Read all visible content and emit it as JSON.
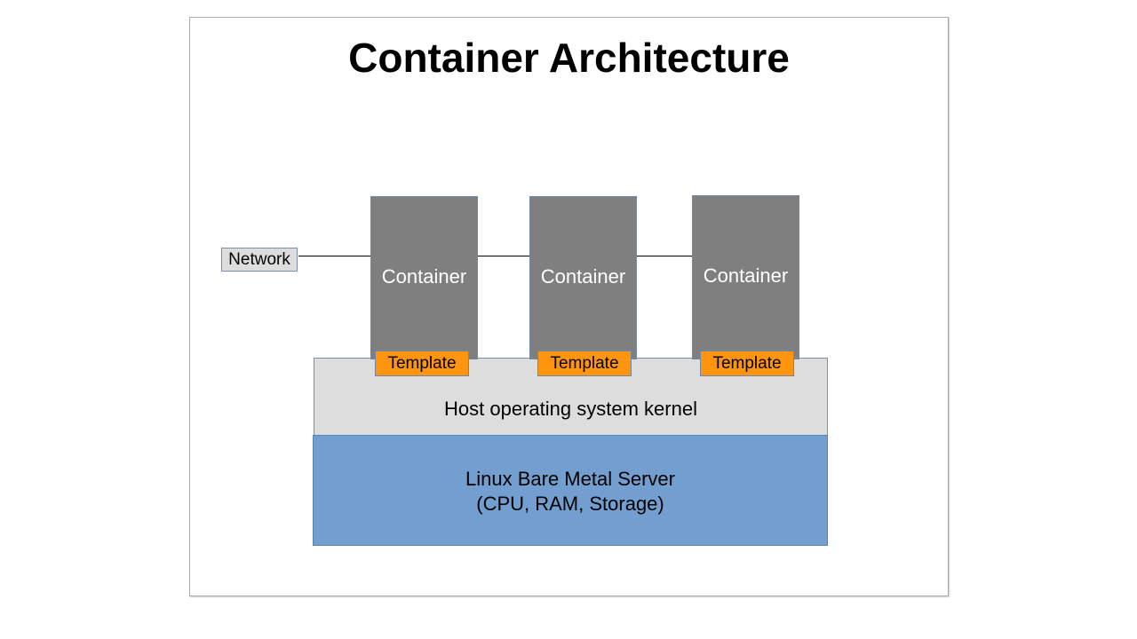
{
  "slide": {
    "title": "Container Architecture"
  },
  "diagram": {
    "network": {
      "label": "Network"
    },
    "containers": [
      {
        "label": "Container",
        "template_label": "Template"
      },
      {
        "label": "Container",
        "template_label": "Template"
      },
      {
        "label": "Container",
        "template_label": "Template"
      }
    ],
    "kernel": {
      "label": "Host operating system kernel"
    },
    "server": {
      "line1": "Linux Bare Metal Server",
      "line2": "(CPU, RAM, Storage)"
    },
    "colors": {
      "container_fill": "#7f7f7f",
      "template_fill": "#ff950e",
      "kernel_fill": "#dddddd",
      "server_fill": "#729fcf",
      "network_fill": "#dddddd"
    }
  }
}
